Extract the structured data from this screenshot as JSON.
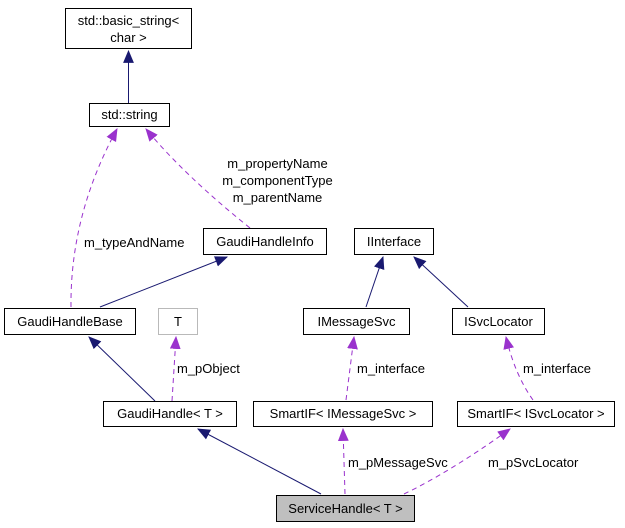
{
  "diagram": {
    "type": "uml-collaboration-diagram",
    "current_class": "ServiceHandle< T >",
    "nodes": {
      "std_basic_string": {
        "line1": "std::basic_string<",
        "line2": "char >"
      },
      "std_string": {
        "label": "std::string"
      },
      "gaudi_handle_info": {
        "label": "GaudiHandleInfo"
      },
      "iinterface": {
        "label": "IInterface"
      },
      "gaudi_handle_base": {
        "label": "GaudiHandleBase"
      },
      "template_param": {
        "label": "T"
      },
      "imessage_svc": {
        "label": "IMessageSvc"
      },
      "isvc_locator": {
        "label": "ISvcLocator"
      },
      "gaudi_handle": {
        "label": "GaudiHandle< T >"
      },
      "smartif_imessage_svc": {
        "label": "SmartIF< IMessageSvc >"
      },
      "smartif_isvc_locator": {
        "label": "SmartIF< ISvcLocator >"
      },
      "service_handle": {
        "label": "ServiceHandle< T >"
      }
    },
    "edge_labels": {
      "info_to_string": [
        "m_propertyName",
        "m_componentType",
        "m_parentName"
      ],
      "base_to_string": "m_typeAndName",
      "handle_to_t": "m_pObject",
      "smartif_msg_to_imessagesvc": "m_interface",
      "smartif_loc_to_isvclocator": "m_interface",
      "service_to_smartif_msg": "m_pMessageSvc",
      "service_to_smartif_loc": "m_pSvcLocator"
    },
    "colors": {
      "inheritance_edge": "#191970",
      "usage_edge": "#9a32cd",
      "node_border": "#000000",
      "undocumented_node_border": "#b9b9b9",
      "current_node_fill": "#bfbfbf",
      "background": "#ffffff",
      "text": "#000000"
    }
  }
}
